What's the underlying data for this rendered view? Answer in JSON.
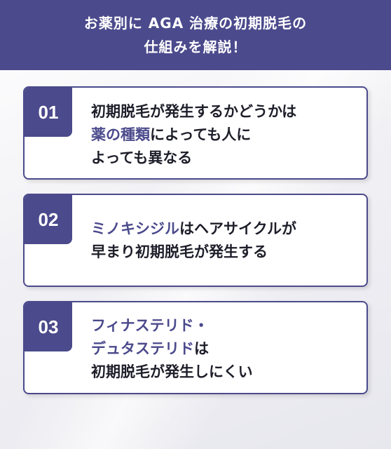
{
  "header": {
    "line1": "お薬別に AGA 治療の初期脱毛の",
    "line2": "仕組みを解説！"
  },
  "cards": [
    {
      "number": "01",
      "line1": "初期脱毛が発生するかどうかは",
      "line2_highlight": "薬の種類",
      "line2_rest": "によっても人に",
      "line3": "よっても異なる"
    },
    {
      "number": "02",
      "line1_highlight": "ミノキシジル",
      "line1_rest": "はヘアサイクルが",
      "line2": "早まり初期脱毛が発生する"
    },
    {
      "number": "03",
      "line1_highlight": "フィナステリド・",
      "line2_highlight": "デュタステリド",
      "line2_rest": "は",
      "line3": "初期脱毛が発生しにくい"
    }
  ],
  "colors": {
    "accent": "#4b4a8c",
    "text": "#1e1e2a",
    "card_bg": "#ffffff"
  }
}
